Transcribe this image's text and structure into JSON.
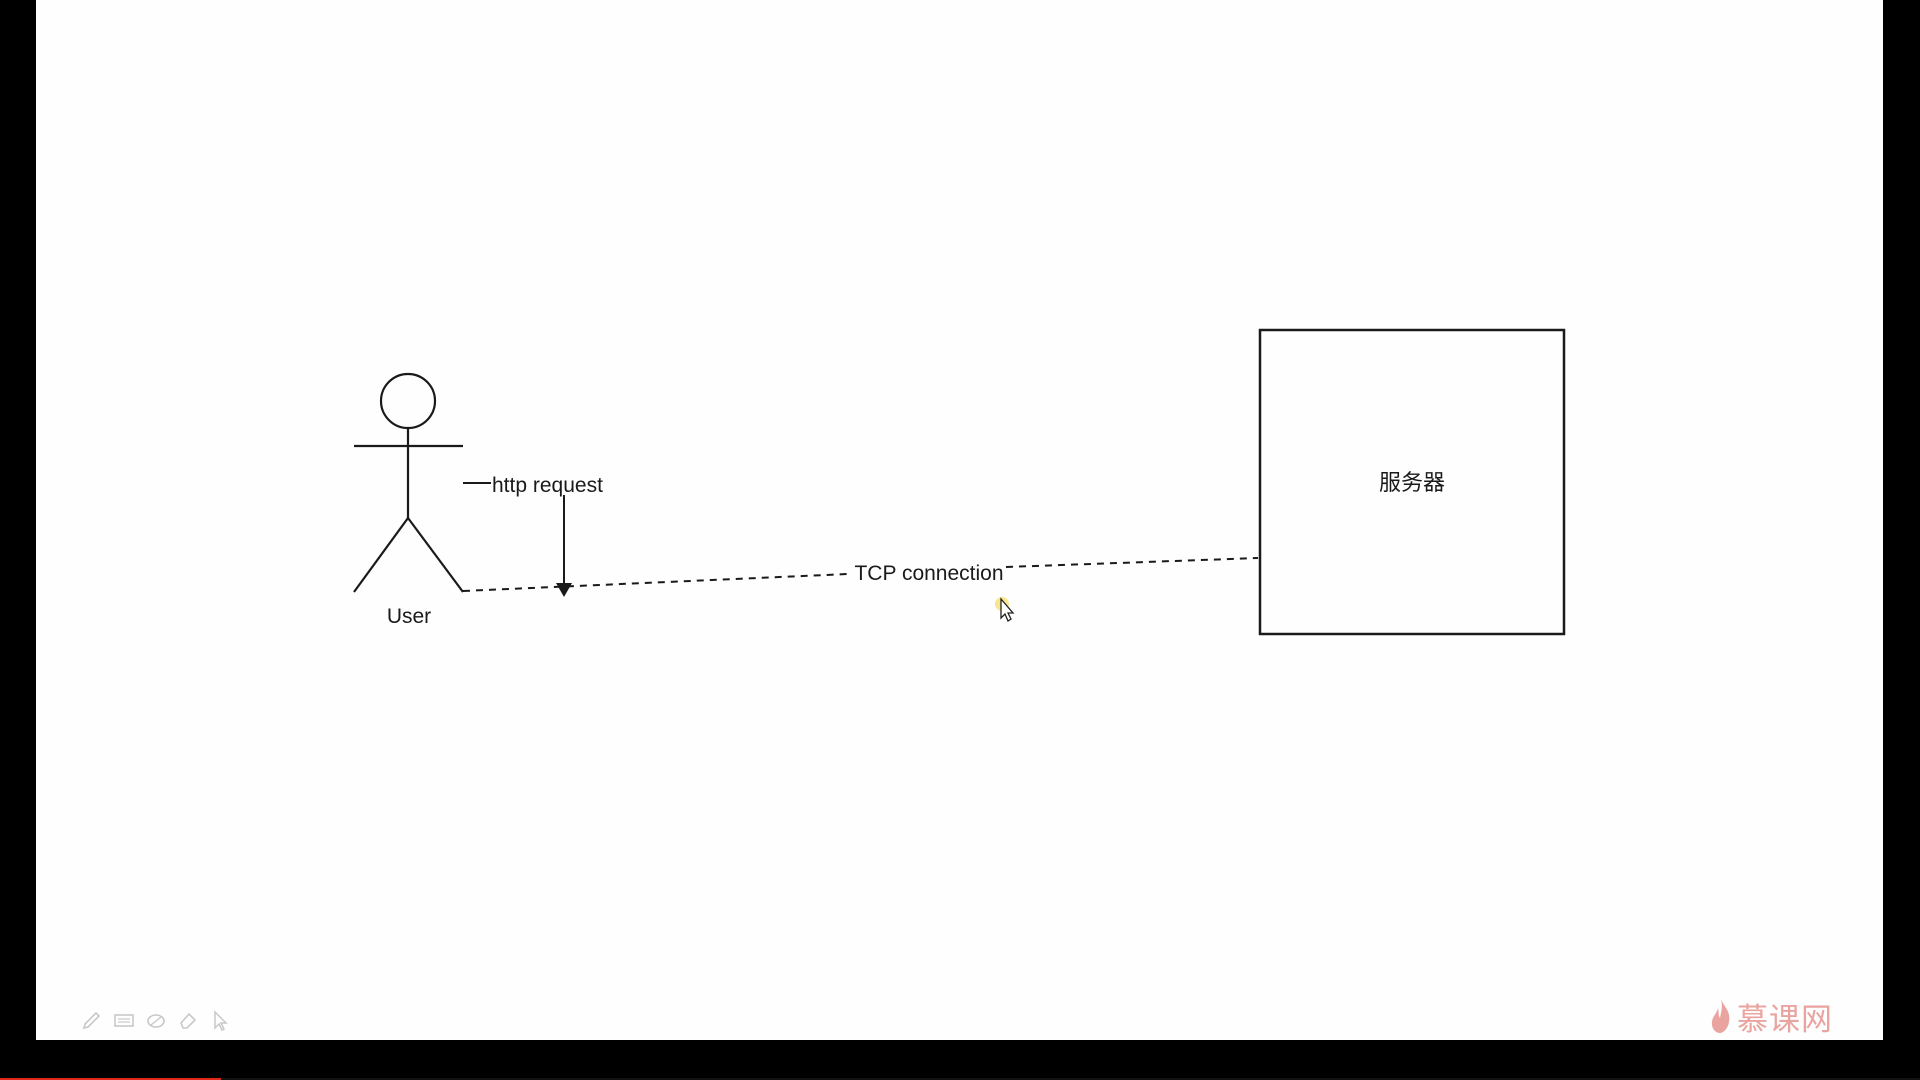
{
  "diagram": {
    "actor_label": "User",
    "request_label": "http request",
    "connection_label": "TCP connection",
    "server_label": "服务器"
  },
  "toolbar": {
    "tools": [
      {
        "name": "pen-tool-icon"
      },
      {
        "name": "keyboard-tool-icon"
      },
      {
        "name": "highlighter-tool-icon"
      },
      {
        "name": "eraser-tool-icon"
      },
      {
        "name": "pointer-tool-icon"
      }
    ]
  },
  "brand": {
    "text": "慕课网",
    "icon": "flame-icon",
    "color": "#e9a4a0"
  },
  "progress": {
    "fraction": 0.115,
    "color": "#e0281b"
  }
}
